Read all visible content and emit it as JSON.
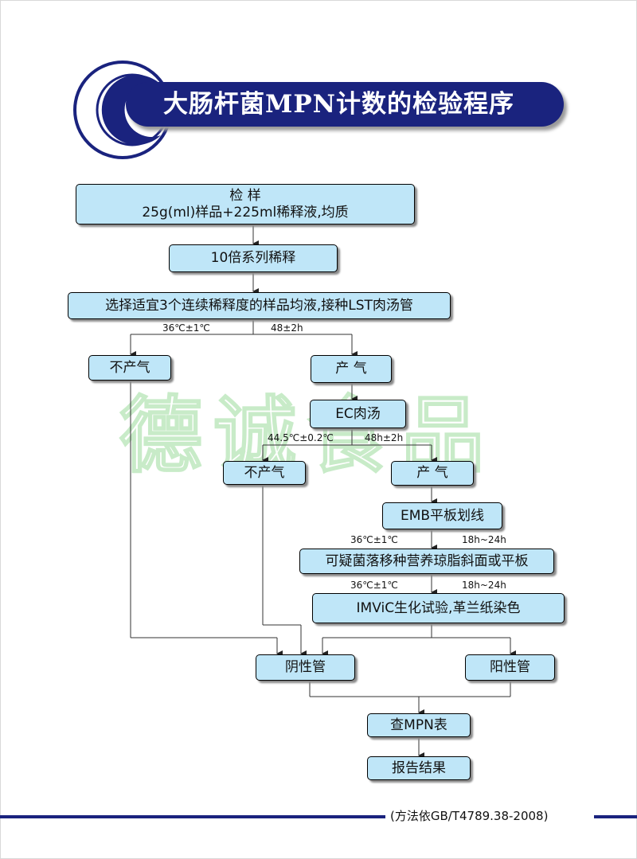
{
  "header": {
    "title": "大肠杆菌MPN计数的检验程序"
  },
  "watermark": "德诚食品",
  "flow": {
    "sample_title": "检 样",
    "sample_desc": "25g(ml)样品+225ml稀释液,均质",
    "dilution": "10倍系列稀释",
    "inoculate": "选择适宜3个连续稀释度的样品均液,接种LST肉汤管",
    "cond1_temp": "36℃±1℃",
    "cond1_time": "48±2h",
    "no_gas_1": "不产气",
    "gas_1": "产 气",
    "ec_broth": "EC肉汤",
    "cond2_temp": "44.5℃±0.2℃",
    "cond2_time": "48h±2h",
    "no_gas_2": "不产气",
    "gas_2": "产 气",
    "emb": "EMB平板划线",
    "cond3_temp": "36℃±1℃",
    "cond3_time": "18h~24h",
    "transfer": "可疑菌落移种营养琼脂斜面或平板",
    "cond4_temp": "36℃±1℃",
    "cond4_time": "18h~24h",
    "imvic": "IMViC生化试验,革兰纸染色",
    "negative": "阴性管",
    "positive": "阳性管",
    "mpn_table": "查MPN表",
    "report": "报告结果"
  },
  "footer": {
    "method": "(方法依GB/T4789.38-2008)"
  },
  "colors": {
    "title_bg": "#1a237e",
    "box_fill": "#bfe6f8",
    "watermark": "#bfe8bf"
  }
}
